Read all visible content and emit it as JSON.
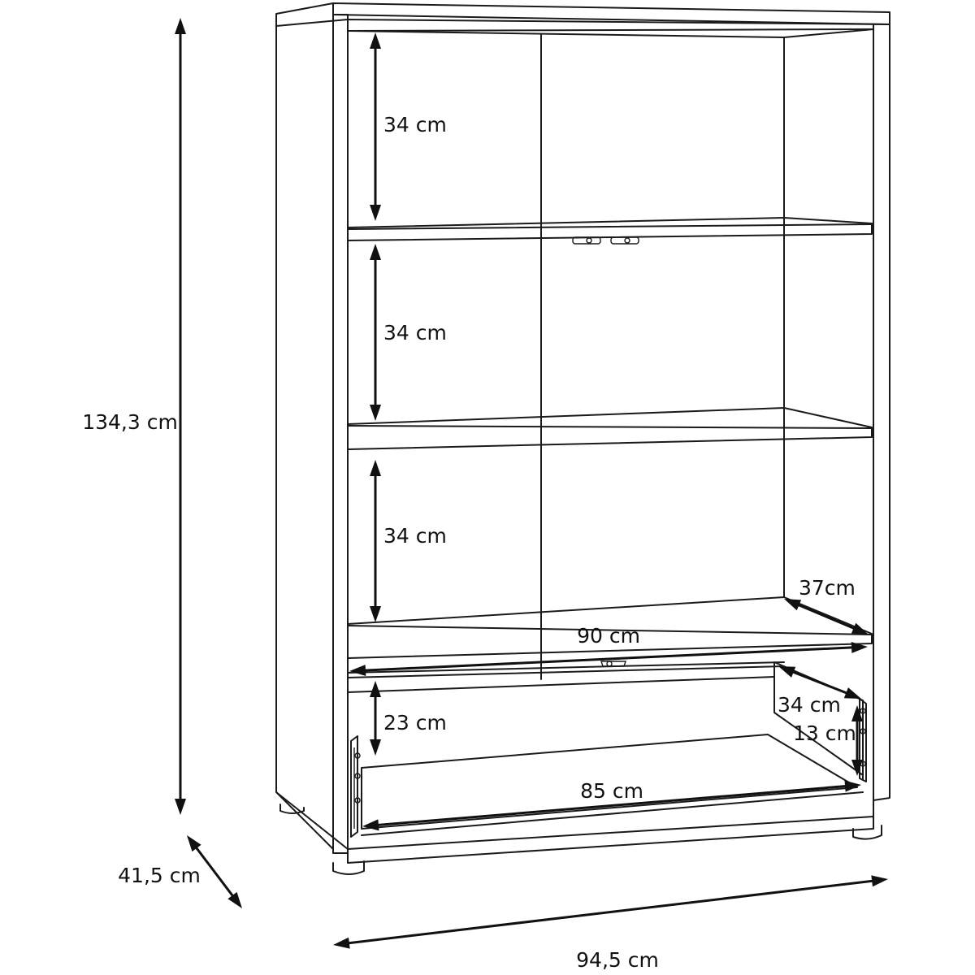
{
  "dimensions": {
    "total_height": "134,3 cm",
    "depth": "41,5 cm",
    "total_width": "94,5 cm",
    "shelf_1_height": "34 cm",
    "shelf_2_height": "34 cm",
    "shelf_3_height": "34 cm",
    "shelf_depth": "37cm",
    "inner_width": "90 cm",
    "drawer_height": "23 cm",
    "drawer_depth": "34 cm",
    "drawer_inner_height": "13 cm",
    "drawer_width": "85 cm"
  }
}
